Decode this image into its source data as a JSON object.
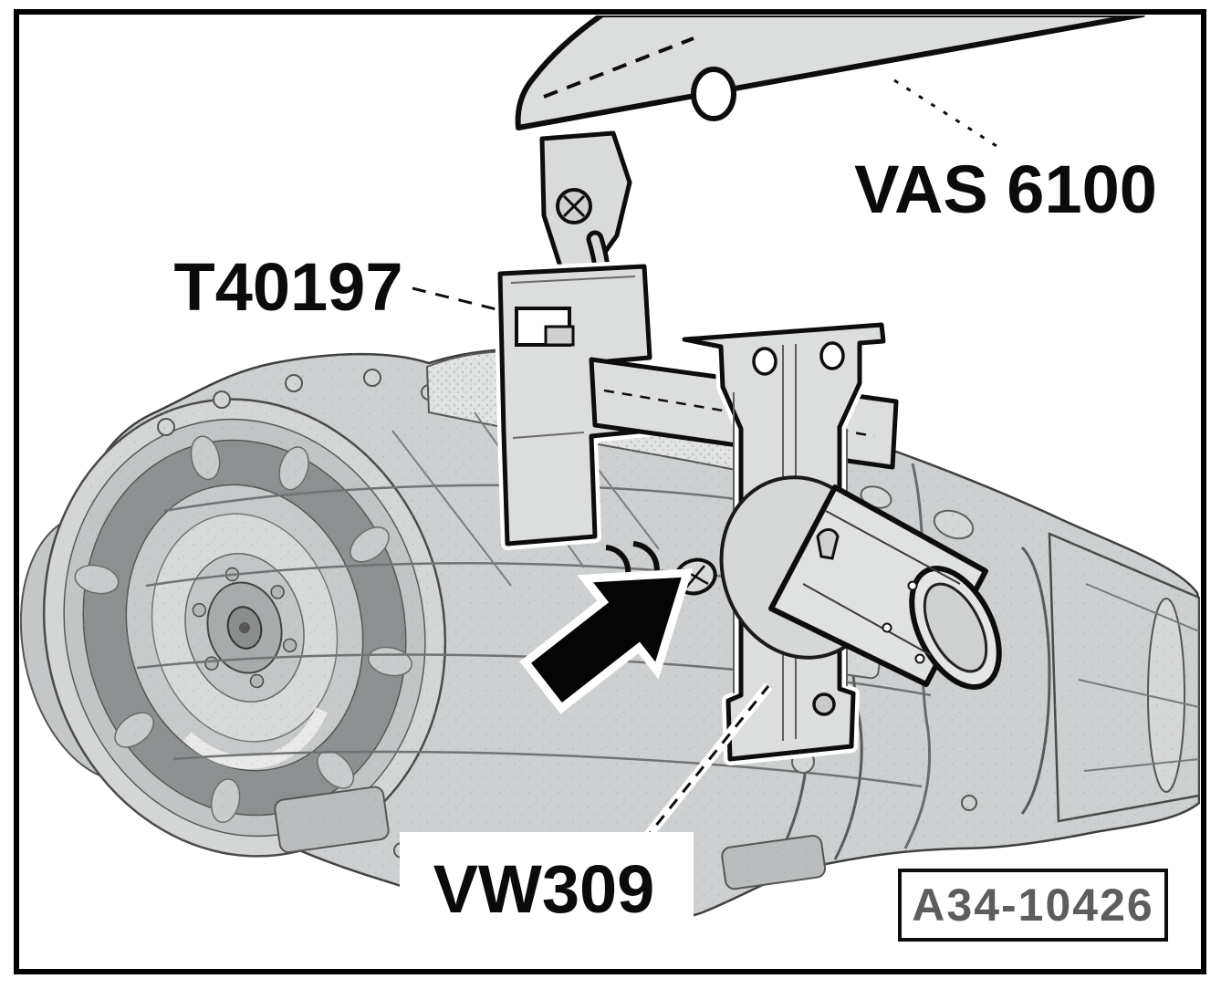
{
  "diagram": {
    "labels": {
      "crane": "VAS 6100",
      "lifting_eye": "T40197",
      "support_bracket": "VW309"
    },
    "figure_reference": "A34-10426",
    "colors": {
      "background": "#ffffff",
      "line_art": "#101010",
      "tool_fill": "#dcdddd",
      "gearbox_fill": "#ccd0d0",
      "dark_ring": "#8d9091",
      "arrow_fill": "#050505",
      "figure_ref_text": "#5d5d5d"
    }
  }
}
